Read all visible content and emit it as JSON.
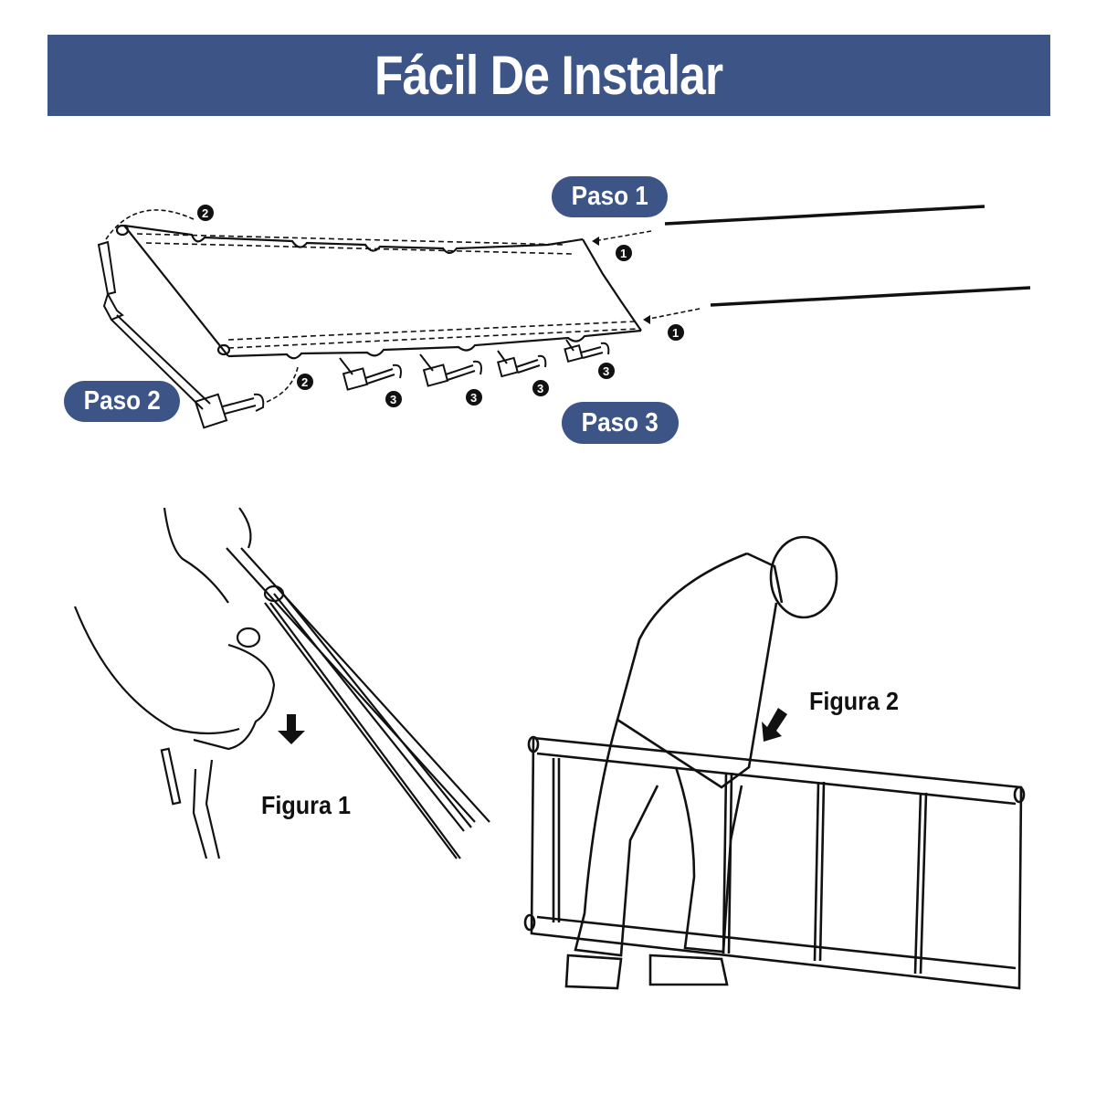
{
  "header": {
    "title": "Fácil De Instalar",
    "background_color": "#3d5586",
    "text_color": "#ffffff"
  },
  "steps": [
    {
      "label": "Paso 1",
      "marker": "1",
      "description_icon": "pole-insertion-arrows"
    },
    {
      "label": "Paso 2",
      "marker": "2",
      "description_icon": "end-bar-attach-arrows"
    },
    {
      "label": "Paso 3",
      "marker": "3",
      "description_icon": "leg-bracket-attach"
    }
  ],
  "step_markers": {
    "paso1_markers": [
      "1",
      "1"
    ],
    "paso2_markers": [
      "2",
      "2"
    ],
    "paso3_markers": [
      "3",
      "3",
      "3",
      "3"
    ]
  },
  "figures": [
    {
      "label": "Figura 1",
      "illustration": "hand-pressing-leg-bracket-down",
      "arrow": "down-arrow"
    },
    {
      "label": "Figura 2",
      "illustration": "person-assembling-cot",
      "arrow": "down-left-arrow"
    }
  ],
  "accent_color": "#3d5586"
}
